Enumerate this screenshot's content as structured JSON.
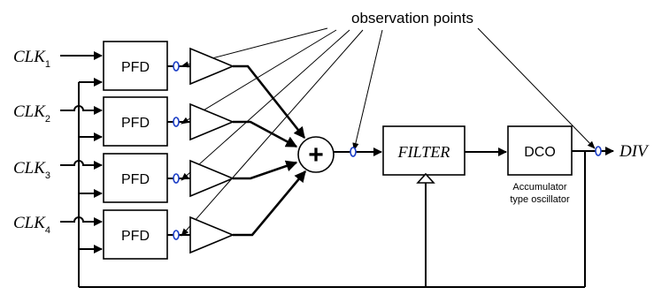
{
  "annotation": {
    "observation_points": "observation points"
  },
  "inputs": [
    {
      "base": "CLK",
      "sub": "1"
    },
    {
      "base": "CLK",
      "sub": "2"
    },
    {
      "base": "CLK",
      "sub": "3"
    },
    {
      "base": "CLK",
      "sub": "4"
    }
  ],
  "pfd_label": "PFD",
  "filter_label": "FILTER",
  "dco_label": "DCO",
  "dco_caption": [
    "Accumulator",
    "type oscillator"
  ],
  "sum_symbol": "+",
  "output_label": "DIV",
  "colors": {
    "observation_point": "#1d3fc7",
    "line": "#000000"
  }
}
